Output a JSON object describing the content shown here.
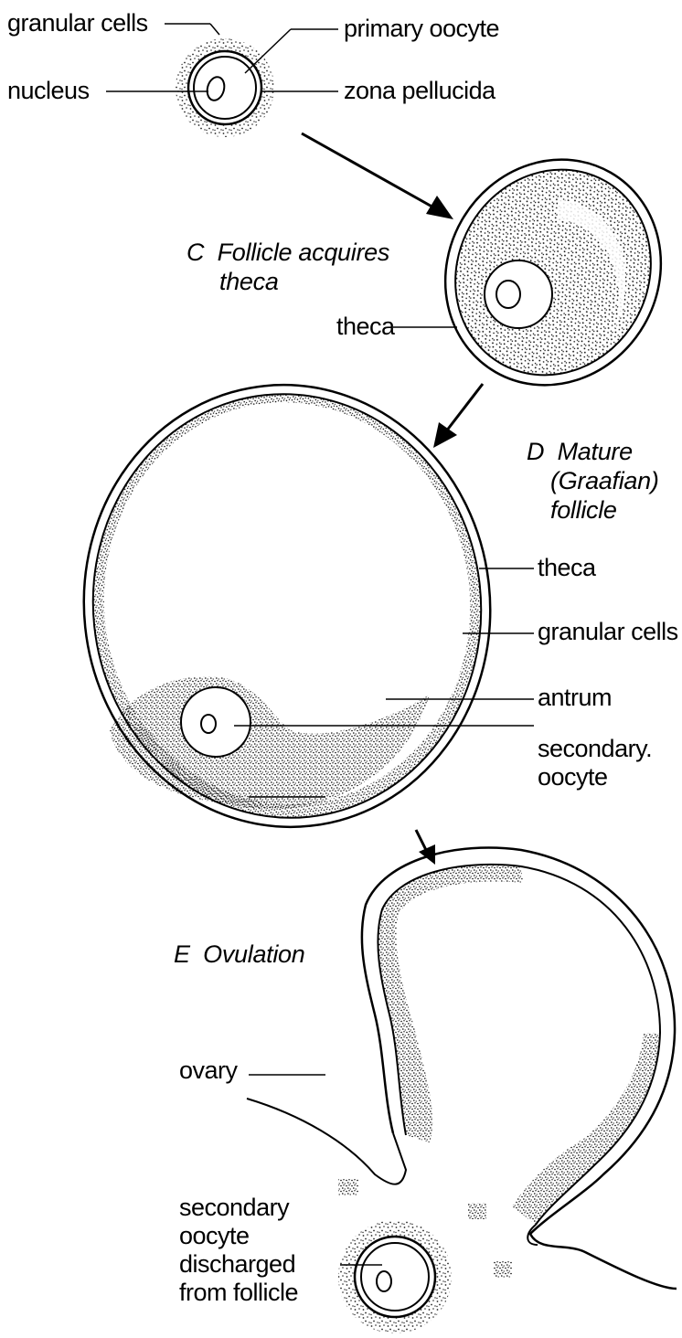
{
  "stage_b": {
    "granular_cells": "granular cells",
    "primary_oocyte": "primary oocyte",
    "nucleus": "nucleus",
    "zona_pellucida": "zona pellucida"
  },
  "stage_c": {
    "caption_letter": "C",
    "caption_line1": "Follicle acquires",
    "caption_line2": "theca",
    "theca": "theca"
  },
  "stage_d": {
    "caption_letter": "D",
    "caption_line1": "Mature",
    "caption_line2": "(Graafian)",
    "caption_line3": "follicle",
    "theca": "theca",
    "granular_cells": "granular cells",
    "antrum": "antrum",
    "secondary_oocyte_line1": "secondary.",
    "secondary_oocyte_line2": "oocyte"
  },
  "stage_e": {
    "caption_letter": "E",
    "caption_text": "Ovulation",
    "ovary": "ovary",
    "discharged_line1": "secondary",
    "discharged_line2": "oocyte",
    "discharged_line3": "discharged",
    "discharged_line4": "from follicle"
  },
  "colors": {
    "ink": "#000000",
    "paper": "#ffffff"
  }
}
